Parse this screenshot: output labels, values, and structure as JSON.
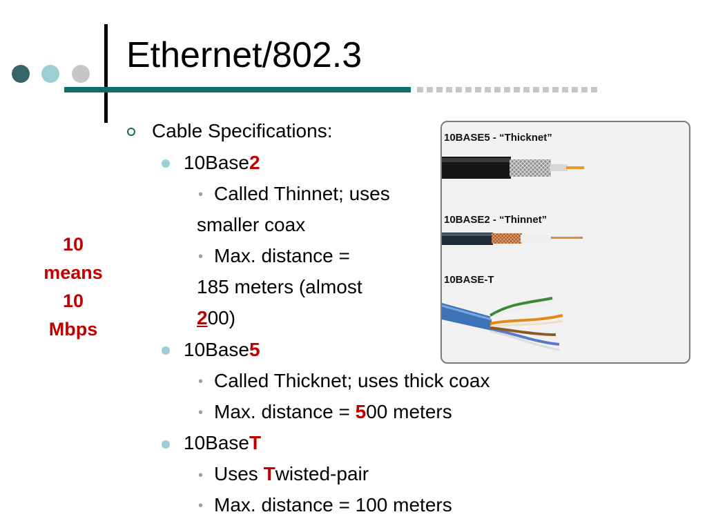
{
  "slide": {
    "title": "Ethernet/802.3",
    "side_note": [
      "10",
      "means",
      "10",
      "Mbps"
    ],
    "level1": "Cable Specifications:",
    "base2": {
      "prefix": "10Base",
      "emph": "2"
    },
    "base2_l1a": "Called Thinnet; uses",
    "base2_l1b": "smaller coax",
    "base2_l2a": "Max. distance =",
    "base2_l2b": "185 meters (almost",
    "base2_l2c_emph": "2",
    "base2_l2c_rest": "00)",
    "base5": {
      "prefix": "10Base",
      "emph": "5"
    },
    "base5_l1": "Called Thicknet; uses thick coax",
    "base5_l2_pre": "Max. distance = ",
    "base5_l2_emph": "5",
    "base5_l2_post": "00 meters",
    "baseT": {
      "prefix": "10Base",
      "emph": "T"
    },
    "baseT_l1_pre": "Uses ",
    "baseT_l1_emph": "T",
    "baseT_l1_post": "wisted-pair",
    "baseT_l2": "Max. distance = 100 meters"
  },
  "figure": {
    "cap5_a": "10BASE",
    "cap5_b": "5 - “Thicknet”",
    "cap2_a": "10BASE",
    "cap2_b": "2 - “Thinnet”",
    "capT": "10BASE-T"
  },
  "colors": {
    "accent_teal": "#0e6e6a",
    "highlight_red": "#c00000",
    "dot_dark": "#356566",
    "dot_light": "#9ccfd3",
    "dot_gray": "#c7c7c7"
  }
}
